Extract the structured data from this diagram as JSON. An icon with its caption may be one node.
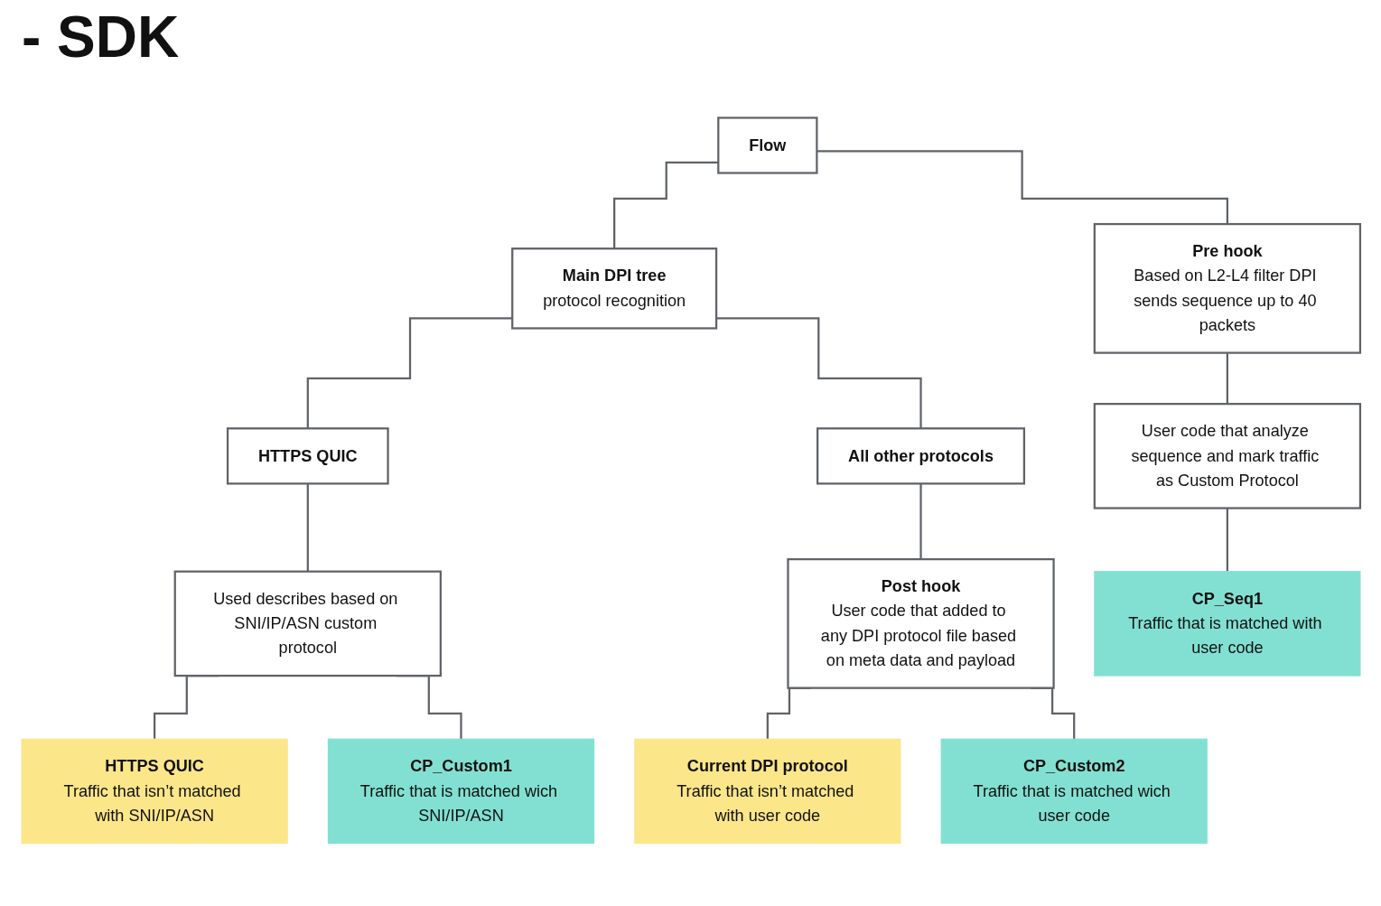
{
  "diagram": {
    "title": "- SDK",
    "nodes": [
      {
        "text": [
          "Flow"
        ]
      },
      {
        "text": [
          "Main DPI tree",
          "protocol recognition"
        ]
      },
      {
        "text": [
          "Pre hook",
          "Based on L2-L4 filter DPI sends sequence up to 40 packets"
        ]
      },
      {
        "text": [
          "HTTPS QUIC"
        ]
      },
      {
        "text": [
          "All other protocols"
        ]
      },
      {
        "text": [
          "User code that analyze sequence and mark traffic as Custom Protocol"
        ]
      },
      {
        "text": [
          "Used describes based on SNI/IP/ASN custom protocol"
        ]
      },
      {
        "text": [
          "Post hook",
          "User code that added to any DPI protocol file based on meta data and payload"
        ]
      },
      {
        "text": [
          "HTTPS QUIC",
          "Traffic that isn’t matched with SNI/IP/ASN"
        ]
      },
      {
        "text": [
          "CP_Custom1",
          "Traffic that is matched wich SNI/IP/ASN"
        ]
      },
      {
        "text": [
          "Current DPI protocol",
          "Traffic that isn’t matched with user code"
        ]
      },
      {
        "text": [
          "CP_Custom2",
          "Traffic that is matched wich user code"
        ]
      },
      {
        "text": [
          "CP_Seq1",
          "Traffic that is matched with user code"
        ]
      }
    ],
    "edges": [
      {
        "from": 0,
        "to": 1,
        "arrow": "none"
      },
      {
        "from": 0,
        "to": 2,
        "arrow": "none"
      },
      {
        "from": 1,
        "to": 3,
        "arrow": "none"
      },
      {
        "from": 1,
        "to": 4,
        "arrow": "none"
      },
      {
        "from": 2,
        "to": 5,
        "arrow": "none"
      },
      {
        "from": 3,
        "to": 6,
        "arrow": "none"
      },
      {
        "from": 4,
        "to": 7,
        "arrow": "none"
      },
      {
        "from": 6,
        "to": 8,
        "arrow": "none"
      },
      {
        "from": 6,
        "to": 9,
        "arrow": "none"
      },
      {
        "from": 7,
        "to": 10,
        "arrow": "none"
      },
      {
        "from": 7,
        "to": 11,
        "arrow": "none"
      },
      {
        "from": 5,
        "to": 12,
        "arrow": "none"
      }
    ]
  }
}
